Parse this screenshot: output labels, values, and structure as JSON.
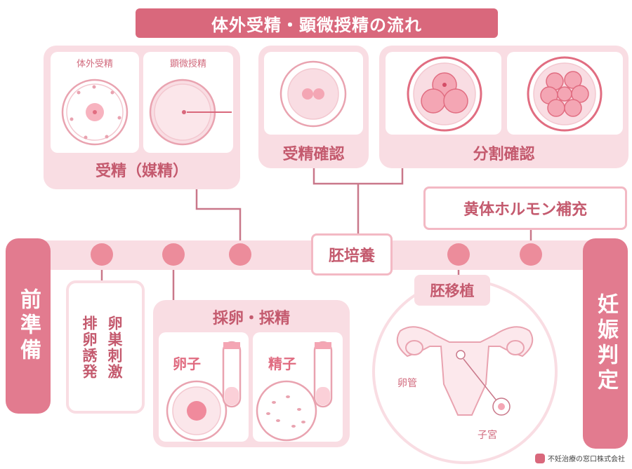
{
  "title": "体外受精・顕微授精の流れ",
  "fertilization": {
    "ivf_label": "体外受精",
    "icsi_label": "顕微授精",
    "caption": "受精（媒精）"
  },
  "fertilization_check": "受精確認",
  "division_check": "分割確認",
  "luteal_support": "黄体ホルモン補充",
  "embryo_culture": "胚培養",
  "preparation": "前準備",
  "pregnancy_test": "妊娠判定",
  "stimulation": [
    "卵巣刺激",
    "排卵誘発"
  ],
  "retrieval": {
    "caption": "採卵・採精",
    "egg_label": "卵子",
    "sperm_label": "精子"
  },
  "transfer": {
    "caption": "胚移植",
    "tube_label": "卵管",
    "uterus_label": "子宮"
  },
  "credit": "不妊治療の窓口株式会社",
  "colors": {
    "accent": "#d9687c",
    "panel": "#f9dde3",
    "border": "#f3b9c4",
    "dot": "#ec8c9b",
    "text": "#c45a6e"
  }
}
